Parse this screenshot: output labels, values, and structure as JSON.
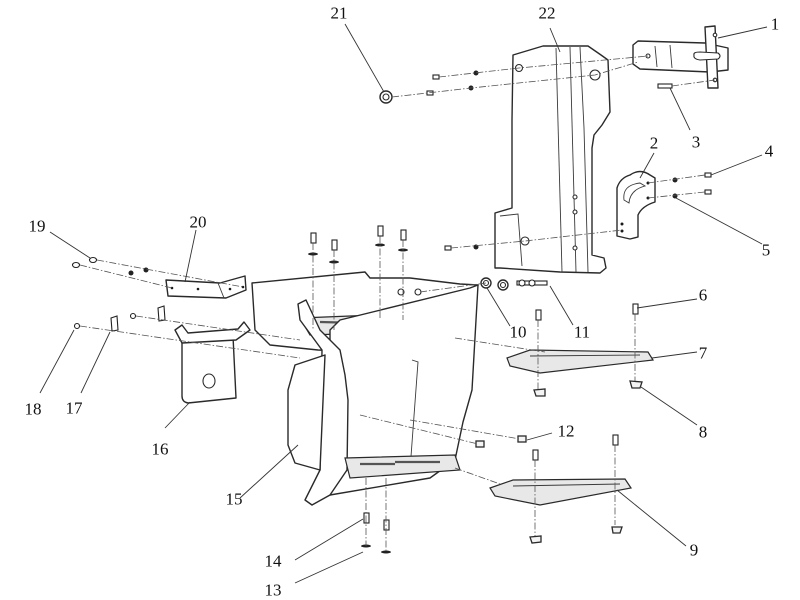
{
  "diagram": {
    "type": "exploded-parts-diagram",
    "subject": "cab entry step assembly",
    "callouts": [
      {
        "id": "1",
        "label": "1"
      },
      {
        "id": "2",
        "label": "2"
      },
      {
        "id": "3",
        "label": "3"
      },
      {
        "id": "4",
        "label": "4"
      },
      {
        "id": "5",
        "label": "5"
      },
      {
        "id": "6",
        "label": "6"
      },
      {
        "id": "7",
        "label": "7"
      },
      {
        "id": "8",
        "label": "8"
      },
      {
        "id": "9",
        "label": "9"
      },
      {
        "id": "10",
        "label": "10"
      },
      {
        "id": "11",
        "label": "11"
      },
      {
        "id": "12",
        "label": "12"
      },
      {
        "id": "13",
        "label": "13"
      },
      {
        "id": "14",
        "label": "14"
      },
      {
        "id": "15",
        "label": "15"
      },
      {
        "id": "16",
        "label": "16"
      },
      {
        "id": "17",
        "label": "17"
      },
      {
        "id": "18",
        "label": "18"
      },
      {
        "id": "19",
        "label": "19"
      },
      {
        "id": "20",
        "label": "20"
      },
      {
        "id": "21",
        "label": "21"
      },
      {
        "id": "22",
        "label": "22"
      }
    ]
  }
}
